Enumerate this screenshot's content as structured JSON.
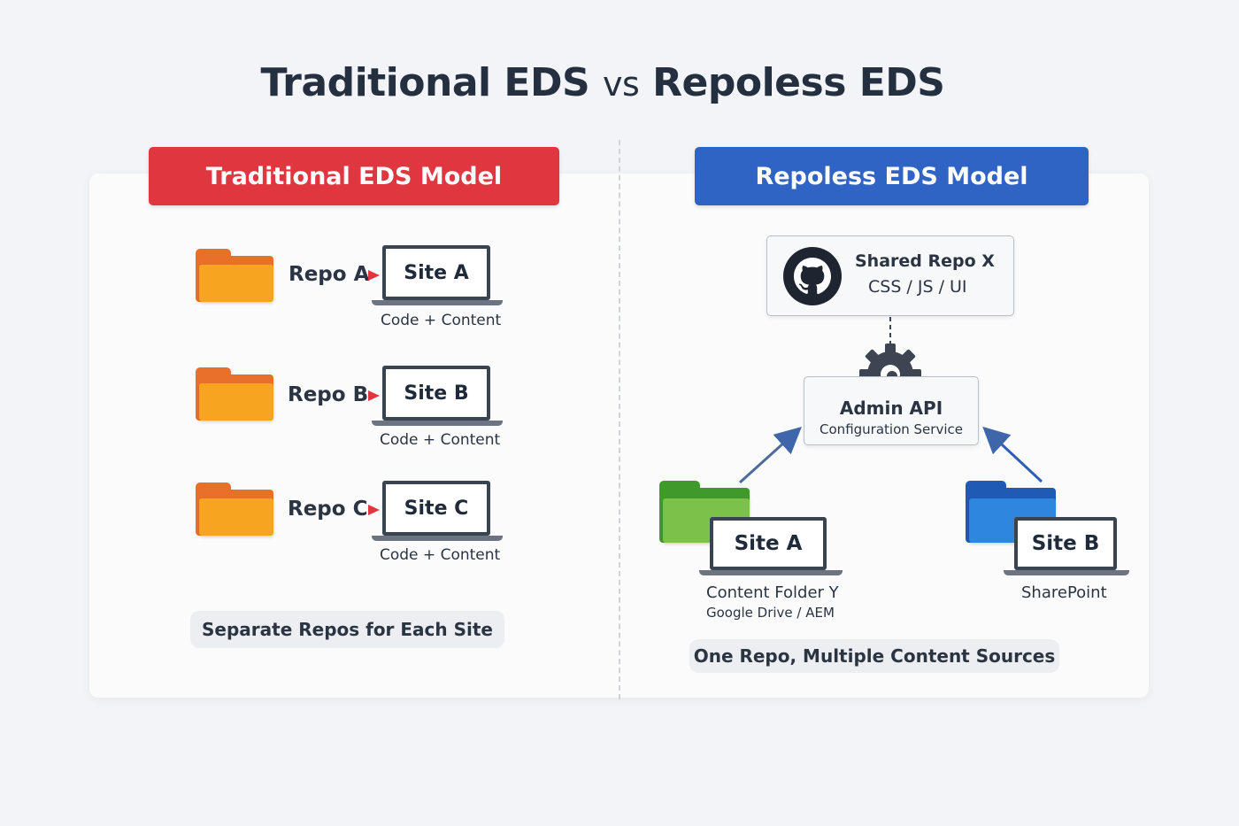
{
  "title": {
    "left": "Traditional EDS",
    "vs": "vs",
    "right": "Repoless EDS"
  },
  "traditional": {
    "banner": "Traditional EDS Model",
    "rows": [
      {
        "repo": "Repo A",
        "site": "Site A",
        "caption": "Code + Content"
      },
      {
        "repo": "Repo B",
        "site": "Site B",
        "caption": "Code + Content"
      },
      {
        "repo": "Repo C",
        "site": "Site C",
        "caption": "Code + Content"
      }
    ],
    "footer": "Separate Repos for Each Site",
    "colors": {
      "banner": "#e03640",
      "folder": "#f7a520",
      "arrow": "#e03640"
    }
  },
  "repoless": {
    "banner": "Repoless EDS Model",
    "shared_repo": {
      "title": "Shared Repo X",
      "subtitle": "CSS / JS / UI",
      "icon": "github-icon"
    },
    "admin_api": {
      "title": "Admin API",
      "subtitle": "Configuration Service",
      "icon": "gear-icon"
    },
    "site_a": {
      "label": "Site A",
      "caption": "Content Folder Y",
      "subcaption": "Google Drive / AEM",
      "folder_color": "#6ab83a"
    },
    "site_b": {
      "label": "Site B",
      "caption": "SharePoint",
      "folder_color": "#2e86de"
    },
    "footer": "One Repo, Multiple Content Sources",
    "colors": {
      "banner": "#2f63c4"
    }
  }
}
